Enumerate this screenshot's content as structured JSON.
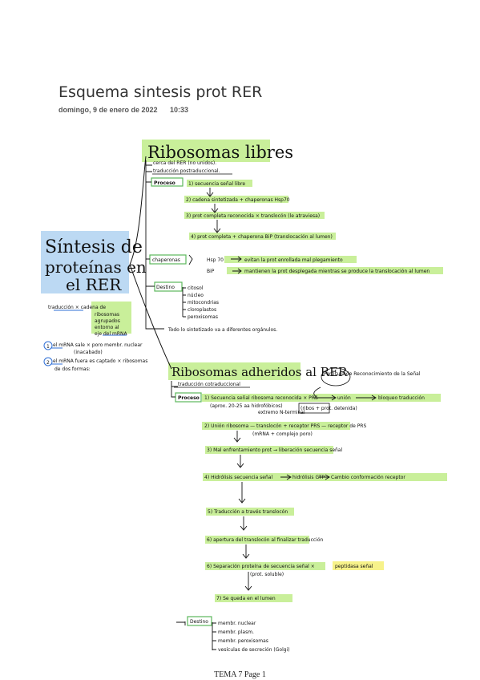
{
  "page": {
    "title": "Esquema sintesis prot RER",
    "date": "domingo, 9 de enero de 2022",
    "time": "10:33",
    "footer": "TEMA 7 Page 1"
  },
  "colors": {
    "highlight_green": "#c9ef9a",
    "highlight_blue": "#bcd9f3",
    "highlight_yellow": "#f7f28a",
    "box_green": "#5cb85c",
    "underline_blue": "#2f6fd6"
  },
  "notes": {
    "main_title": [
      "Síntesis de",
      "proteínas en",
      "el RER"
    ],
    "intro_1": "traducción × cadena de",
    "intro_2": "ribosomas",
    "intro_3": "agrupados",
    "intro_4": "entorno al",
    "intro_5": "eje del mRNA",
    "n1_num": "1",
    "n1_text": "el mRNA sale × poro membr. nuclear",
    "n1_sub": "(inacabado)",
    "n2_num": "2",
    "n2_text": "el mRNA fuera es captado × ribosomas",
    "n2_sub": "de dos formas:",
    "libres_title": "Ribosomas libres",
    "libres_1": "cerca del RER (no unidos).",
    "libres_2": "traducción postraduccional.",
    "proceso_label": "Proceso",
    "libres_p1": "1) secuencia señal libre",
    "libres_p2": "2) cadena sintetizada + chaperonas Hsp70",
    "libres_p3": "3) prot completa reconocida × translocón (le atraviesa)",
    "libres_p4": "4) prot completa + chaperona BiP (translocación al lumen)",
    "chaperonas_label": "chaperonas",
    "chap_hsp": "Hsp 70",
    "chap_hsp_text": "evitan la prot enrollada mal plegamiento",
    "chap_bip": "BiP",
    "chap_bip_text": "mantienen la prot desplegada mientras se produce la translocación al lumen",
    "destino_label": "Destino",
    "dest_1": "citosol",
    "dest_2": "núcleo",
    "dest_3": "mitocondrias",
    "dest_4": "cloroplastos",
    "dest_5": "peroxisomas",
    "todo_text": "Todo lo sintetizado va a diferentes orgánulos.",
    "adh_title": "Ribosomas adheridos al RER",
    "adh_1": "traducción cotraduccional",
    "adh_note": "Partícula de Reconocimiento de la Señal",
    "adh_p1": "1) Secuencia señal ribosoma reconocida × PRS",
    "adh_p1_sub1": "(aprox. 20-25 aa hidrofóbicos)",
    "adh_p1_sub2": "extremo N-terminal",
    "adh_p1_box": "(ribos + prot. detenida)",
    "adh_union": "unión",
    "adh_bloqueo": "bloqueo traducción",
    "adh_p2": "2) Unión ribosoma — translocón + receptor PRS — receptor de PRS",
    "adh_p2_sub": "(mRNA + complejo poro)",
    "adh_p3": "3) Mal enfrentamiento prot → liberación secuencia señal",
    "adh_p4": "4) Hidrólisis secuencia señal",
    "adh_p4_mid": "hidrólisis GTP",
    "adh_p4_end": "Cambio conformación receptor",
    "adh_p5": "5) Traducción a través translocón",
    "adh_p6": "6) apertura del translocón al finalizar traducción",
    "adh_p7": "6) Separación proteína de secuencia señal ×",
    "adh_p7_hl": "peptidasa señal",
    "adh_p7_sub": "(prot. soluble)",
    "adh_p8": "7) Se queda en el lumen",
    "adh_dest_1": "membr. nuclear",
    "adh_dest_2": "membr. plasm.",
    "adh_dest_3": "membr. peroxisomas",
    "adh_dest_4": "vesículas de secreción (Golgi)"
  }
}
